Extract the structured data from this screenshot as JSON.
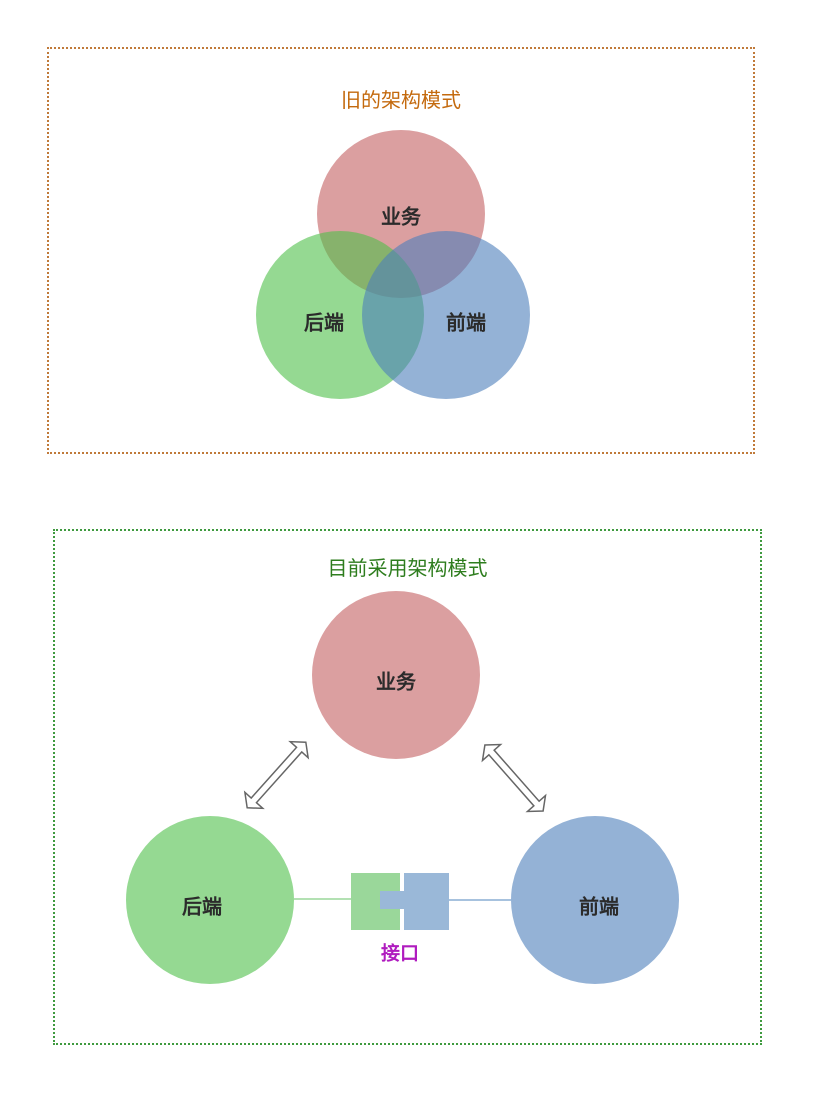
{
  "old_panel": {
    "title": "旧的架构模式",
    "business_label": "业务",
    "backend_label": "后端",
    "frontend_label": "前端"
  },
  "new_panel": {
    "title": "目前采用架构模式",
    "business_label": "业务",
    "backend_label": "后端",
    "frontend_label": "前端",
    "interface_label": "接口"
  },
  "colors": {
    "old_border": "#c07a3a",
    "old_title": "#c46a0e",
    "new_border": "#3f9a3f",
    "new_title": "#2e7d1e",
    "business": "#c35f60",
    "backend": "#4fbf4a",
    "frontend": "#4d7fba",
    "interface_label": "#b01cbf"
  }
}
